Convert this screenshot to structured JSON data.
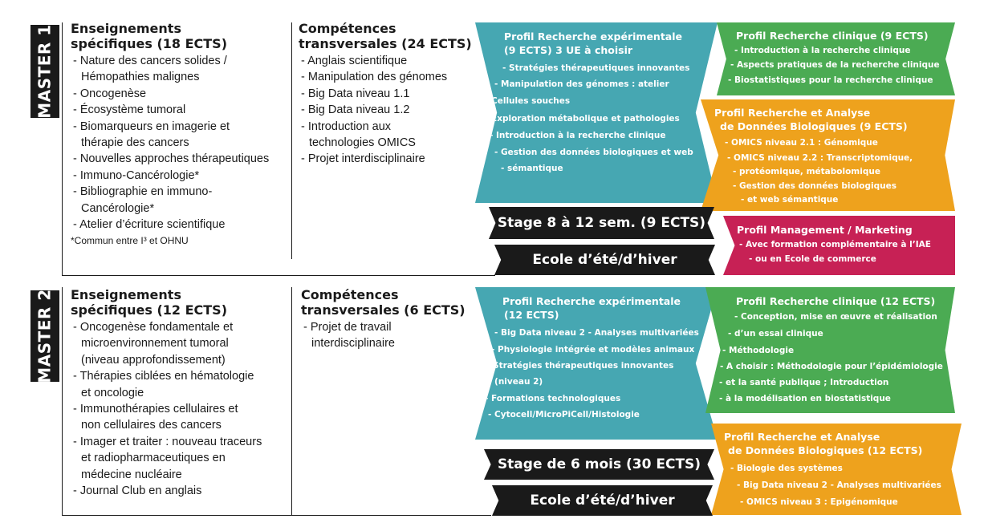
{
  "master1": {
    "label": "MASTER 1",
    "specific": {
      "title_line1": "Enseignements",
      "title_line2": "spécifiques (18 ECTS)",
      "items": [
        "Nature des cancers solides /",
        "Hémopathies malignes",
        "Oncogenèse",
        "Écosystème tumoral",
        "Biomarqueurs en imagerie et",
        "thérapie des cancers",
        "Nouvelles approches thérapeutiques",
        "Immuno-Cancérologie*",
        "Bibliographie en immuno-",
        "Cancérologie*",
        "Atelier d’écriture scientifique"
      ],
      "note": "*Commun entre I³ et OHNU"
    },
    "transversal": {
      "title_line1": "Compétences",
      "title_line2": "transversales (24 ECTS)",
      "items": [
        "Anglais scientifique",
        "Manipulation des génomes",
        "Big Data niveau 1.1",
        "Big Data niveau 1.2",
        "Introduction aux",
        "technologies OMICS",
        "Projet interdisciplinaire"
      ]
    },
    "exp": {
      "title_line1": "Profil Recherche expérimentale",
      "title_line2": "(9 ECTS) 3 UE à choisir",
      "items": [
        "Stratégies thérapeutiques innovantes",
        "Manipulation des génomes : atelier",
        "Cellules souches",
        "Exploration métabolique et pathologies",
        "Introduction à la recherche clinique",
        "Gestion des données biologiques et web",
        "sémantique"
      ]
    },
    "clinical": {
      "title": "Profil Recherche clinique (9 ECTS)",
      "items": [
        "Introduction à la recherche clinique",
        "Aspects pratiques de la recherche clinique",
        "Biostatistiques pour la recherche clinique"
      ]
    },
    "analysis": {
      "title_line1": "Profil Recherche et Analyse",
      "title_line2": "de Données Biologiques (9 ECTS)",
      "items": [
        "OMICS niveau 2.1 : Génomique",
        "OMICS niveau 2.2 : Transcriptomique,",
        "protéomique, métabolomique",
        "Gestion des données biologiques",
        "et web sémantique"
      ]
    },
    "management": {
      "title": "Profil Management / Marketing",
      "items": [
        "Avec formation complémentaire à l’IAE",
        "ou en Ecole de commerce"
      ]
    },
    "stage": "Stage 8 à 12 sem. (9 ECTS)",
    "school": "Ecole d’été/d’hiver"
  },
  "master2": {
    "label": "MASTER 2",
    "specific": {
      "title_line1": "Enseignements",
      "title_line2": "spécifiques (12 ECTS)",
      "items": [
        "Oncogenèse fondamentale et",
        "microenvironnement tumoral",
        "(niveau approfondissement)",
        "Thérapies ciblées en hématologie",
        "et oncologie",
        "Immunothérapies cellulaires et",
        "non cellulaires des cancers",
        "Imager et traiter : nouveau traceurs",
        "et radiopharmaceutiques en",
        "médecine nucléaire",
        "Journal Club en anglais"
      ]
    },
    "transversal": {
      "title_line1": "Compétences",
      "title_line2": "transversales (6 ECTS)",
      "items": [
        "Projet de travail",
        "interdisciplinaire"
      ]
    },
    "exp": {
      "title_line1": "Profil Recherche expérimentale",
      "title_line2": "(12 ECTS)",
      "items": [
        "Big Data niveau 2 - Analyses multivariées",
        "Physiologie intégrée et modèles animaux",
        "Stratégies thérapeutiques innovantes",
        "(niveau 2)",
        "Formations technologiques",
        "Cytocell/MicroPiCell/Histologie"
      ]
    },
    "clinical": {
      "title": "Profil Recherche clinique (12 ECTS)",
      "items": [
        "Conception, mise en œuvre et réalisation",
        "d’un essai clinique",
        "Méthodologie",
        "A choisir : Méthodologie pour l’épidémiologie",
        "et la santé publique ; Introduction",
        "à la modélisation en biostatistique"
      ]
    },
    "analysis": {
      "title_line1": "Profil Recherche et Analyse",
      "title_line2": "de Données Biologiques (12 ECTS)",
      "items": [
        "Biologie des systèmes",
        "Big Data niveau 2 - Analyses multivariées",
        "OMICS niveau 3 : Epigénomique"
      ]
    },
    "stage": "Stage de 6 mois (30 ECTS)",
    "school": "Ecole d’été/d’hiver"
  }
}
